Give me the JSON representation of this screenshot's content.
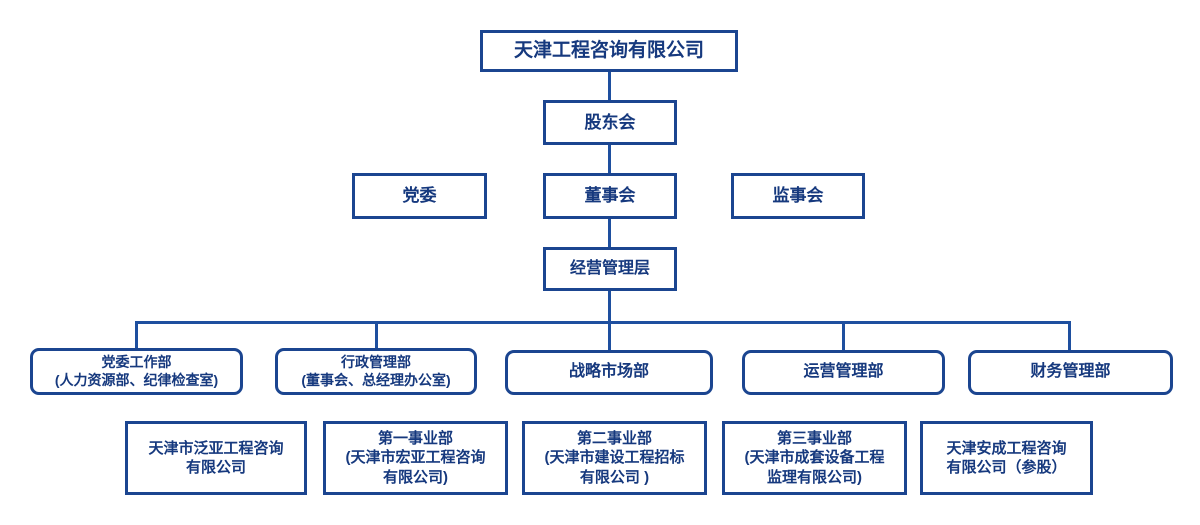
{
  "colors": {
    "line": "#1E4F9F",
    "border": "#1B4590",
    "ink": "#16397E",
    "bg": "#FFFFFF"
  },
  "org": {
    "root": {
      "label": "天津工程咨询有限公司"
    },
    "shareholders": {
      "label": "股东会"
    },
    "party_committee": {
      "label": "党委"
    },
    "board": {
      "label": "董事会"
    },
    "supervisory_board": {
      "label": "监事会"
    },
    "management": {
      "label": "经营管理层"
    },
    "departments": [
      {
        "line1": "党委工作部",
        "line2": "(人力资源部、纪律检查室)"
      },
      {
        "line1": "行政管理部",
        "line2": "(董事会、总经理办公室)"
      },
      {
        "line1": "战略市场部"
      },
      {
        "line1": "运营管理部"
      },
      {
        "line1": "财务管理部"
      }
    ],
    "subsidiaries": [
      {
        "line1": "天津市泛亚工程咨询",
        "line2": "有限公司"
      },
      {
        "line1": "第一事业部",
        "line2": "(天津市宏亚工程咨询",
        "line3": "有限公司)"
      },
      {
        "line1": "第二事业部",
        "line2": "(天津市建设工程招标",
        "line3": "有限公司 )"
      },
      {
        "line1": "第三事业部",
        "line2": "(天津市成套设备工程",
        "line3": "监理有限公司)"
      },
      {
        "line1": "天津安成工程咨询",
        "line2": "有限公司（参股）"
      }
    ]
  }
}
